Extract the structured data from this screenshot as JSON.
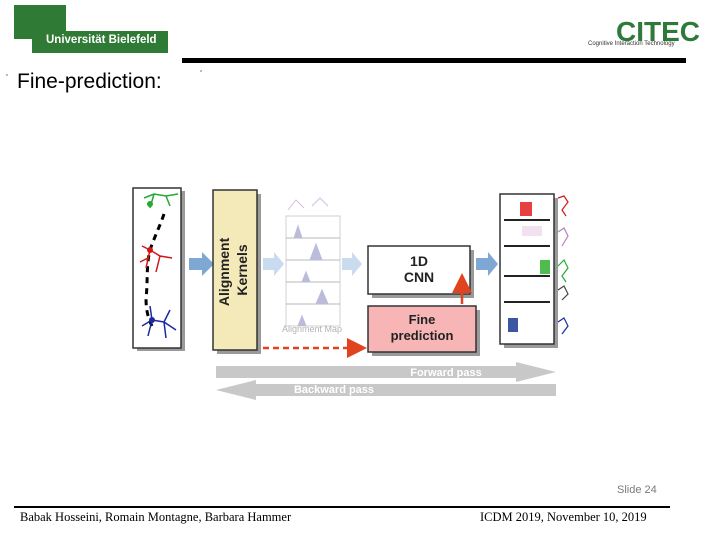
{
  "header": {
    "university_logo_text": "Universität Bielefeld",
    "citec_logo_text": "CITEC",
    "citec_tagline": "Cognitive Interaction Technology"
  },
  "slide": {
    "title": "Fine-prediction:",
    "slide_number": "Slide 24"
  },
  "diagram": {
    "alignment_kernels_label": "Alignment Kernels",
    "alignment_map_label": "Alignment Map",
    "cnn_label": "1D CNN",
    "fine_prediction_label": "Fine prediction",
    "forward_pass_label": "Forward pass",
    "backward_pass_label": "Backward pass",
    "colors": {
      "kernel_box": "#f4e9b8",
      "fine_box": "#f7b5b5",
      "arrow_blue": "#7ea7d4",
      "dashed_red": "#e0431d",
      "pass_arrow": "#c8c8c8"
    }
  },
  "footer": {
    "authors": "Babak Hosseini, Romain Montagne, Barbara Hammer",
    "venue": "ICDM 2019, November 10, 2019"
  }
}
